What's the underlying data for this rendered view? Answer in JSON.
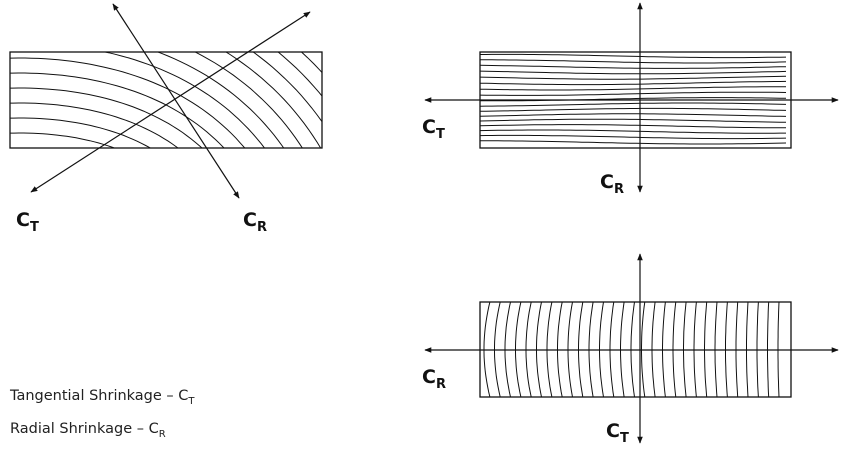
{
  "diagram": {
    "labels": {
      "ct_main": "C",
      "ct_main_sub": "T",
      "cr_main": "C",
      "cr_main_sub": "R",
      "ct_mid": "C",
      "ct_mid_sub": "T",
      "cr_mid": "C",
      "cr_mid_sub": "R",
      "cr_bot": "C",
      "cr_bot_sub": "R",
      "ct_bot": "C",
      "ct_bot_sub": "T"
    },
    "colors": {
      "stroke": "#111111",
      "background": "#ffffff"
    }
  },
  "legend": {
    "tangential": {
      "text": "Tangential Shrinkage – C",
      "sub": "T"
    },
    "radial": {
      "text": "Radial Shrinkage – C",
      "sub": "R"
    }
  }
}
